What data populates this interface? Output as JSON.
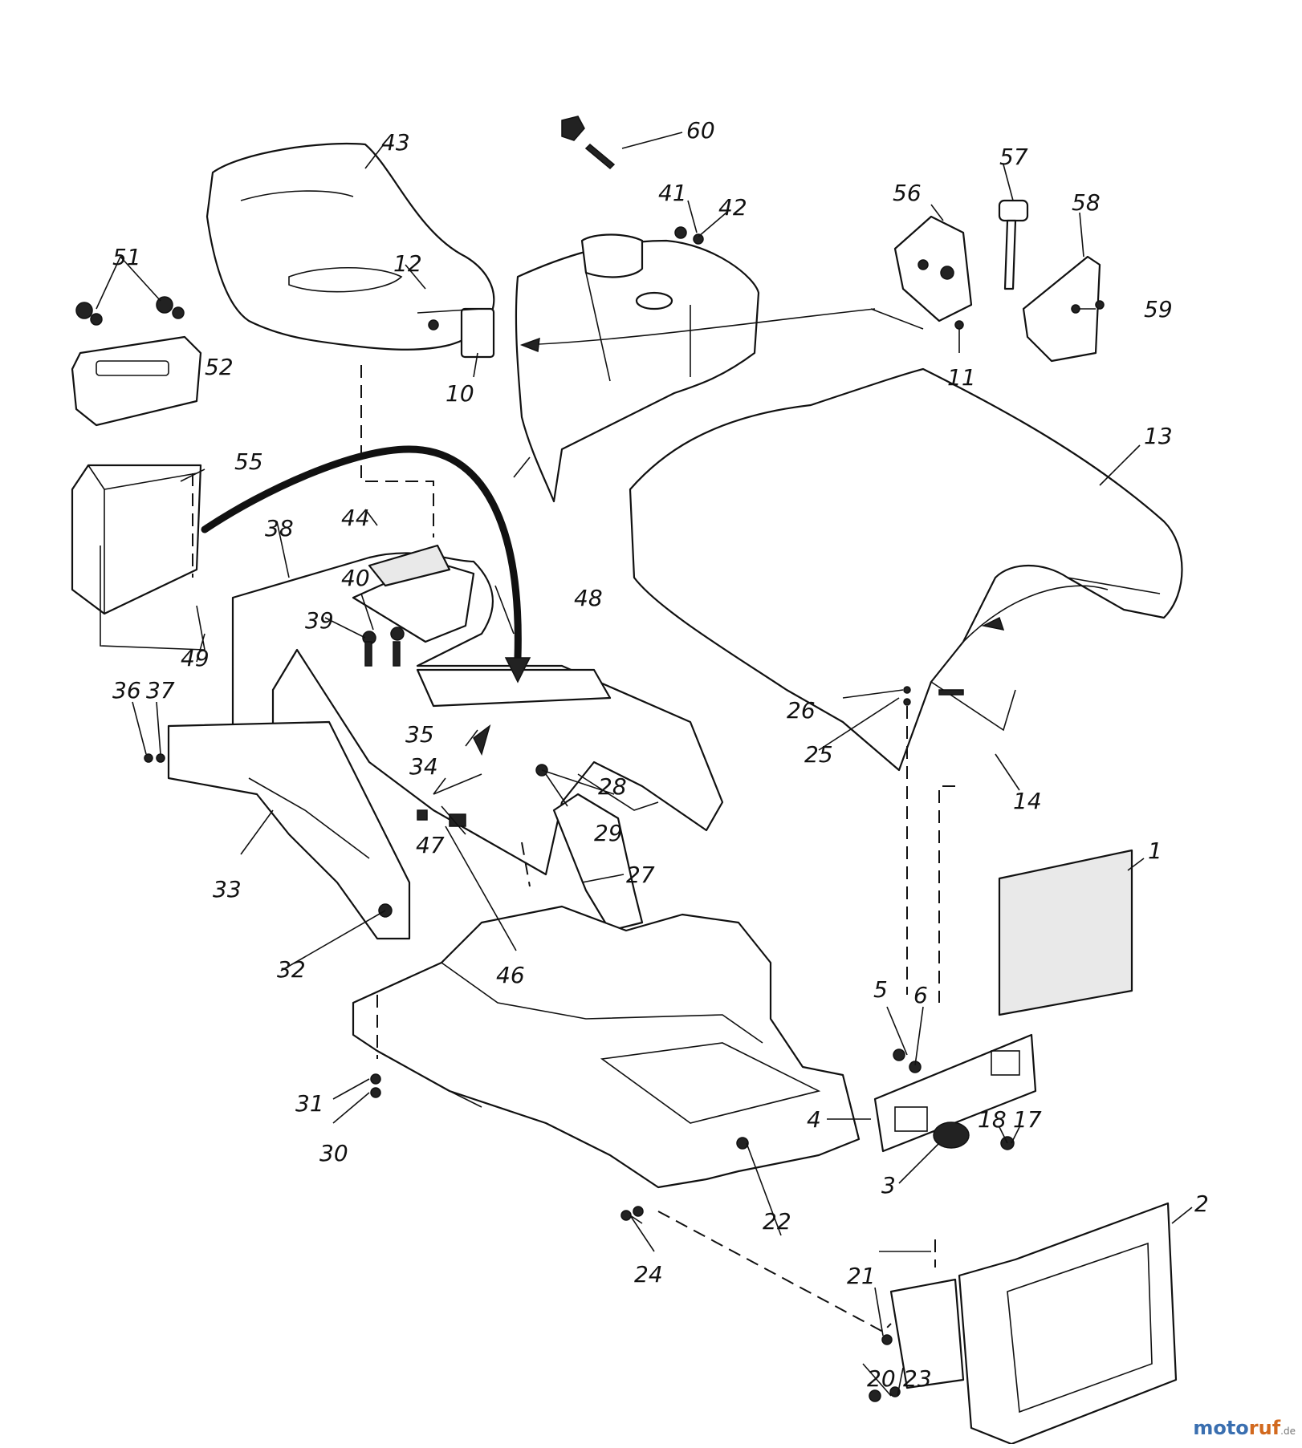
{
  "diagram": {
    "callouts": [
      "1",
      "2",
      "3",
      "4",
      "5",
      "6",
      "10",
      "11",
      "12",
      "13",
      "14",
      "17",
      "18",
      "20",
      "21",
      "22",
      "23",
      "24",
      "25",
      "26",
      "27",
      "28",
      "29",
      "30",
      "31",
      "32",
      "33",
      "34",
      "35",
      "36",
      "37",
      "38",
      "39",
      "40",
      "41",
      "42",
      "43",
      "44",
      "46",
      "47",
      "48",
      "49",
      "51",
      "52",
      "55",
      "56",
      "57",
      "58",
      "59",
      "60"
    ]
  },
  "watermark": {
    "part_a": "moto",
    "part_b": "ruf",
    "part_c": ".de"
  }
}
